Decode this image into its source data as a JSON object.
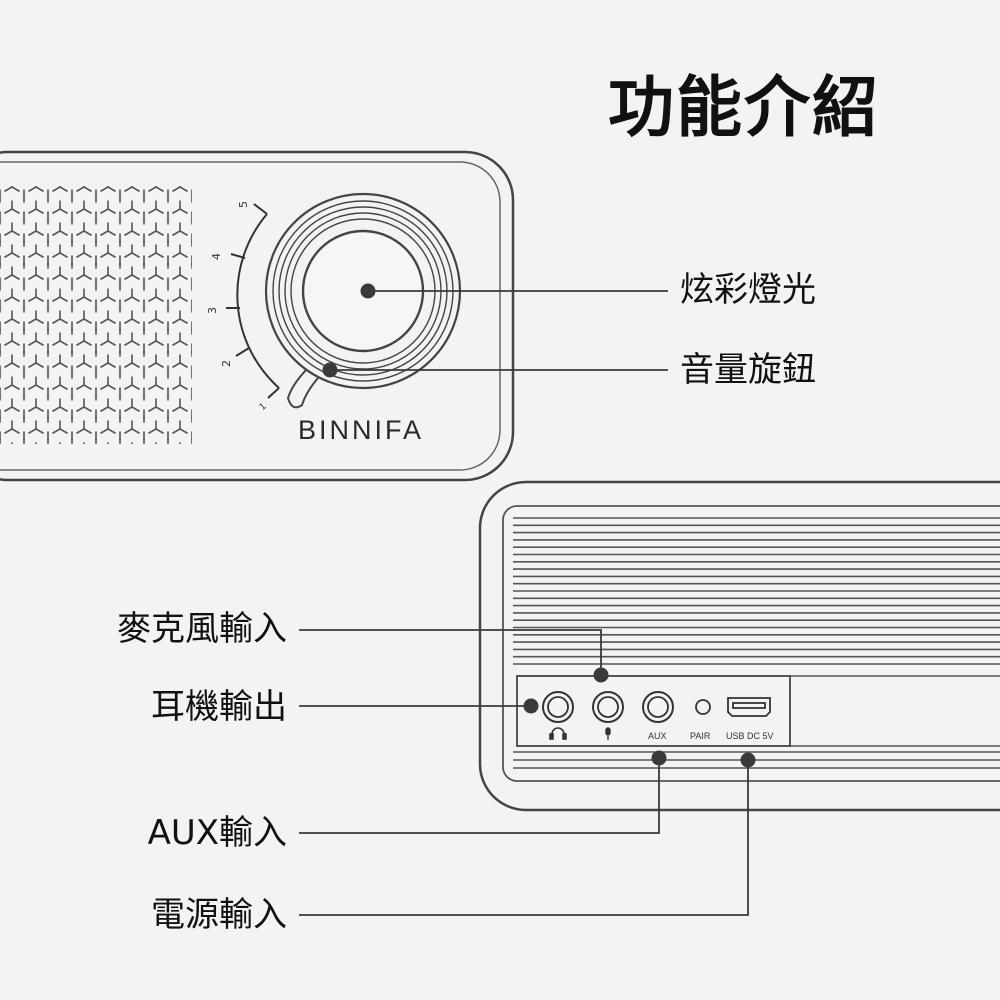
{
  "title": "功能介紹",
  "brand": "BINNIFA",
  "dial_marks": [
    "1",
    "2",
    "3",
    "4",
    "5"
  ],
  "callouts": {
    "light": "炫彩燈光",
    "knob": "音量旋鈕",
    "mic": "麥克風輸入",
    "headphone": "耳機輸出",
    "aux": "AUX輸入",
    "power": "電源輸入"
  },
  "ports": {
    "headphone_icon": "headphone-icon",
    "mic_icon": "microphone-icon",
    "aux": "AUX",
    "pair": "PAIR",
    "usb": "USB DC 5V"
  },
  "colors": {
    "line": "#3a3a3a",
    "dot": "#3a3a3a",
    "background": "#f3f3f3"
  }
}
